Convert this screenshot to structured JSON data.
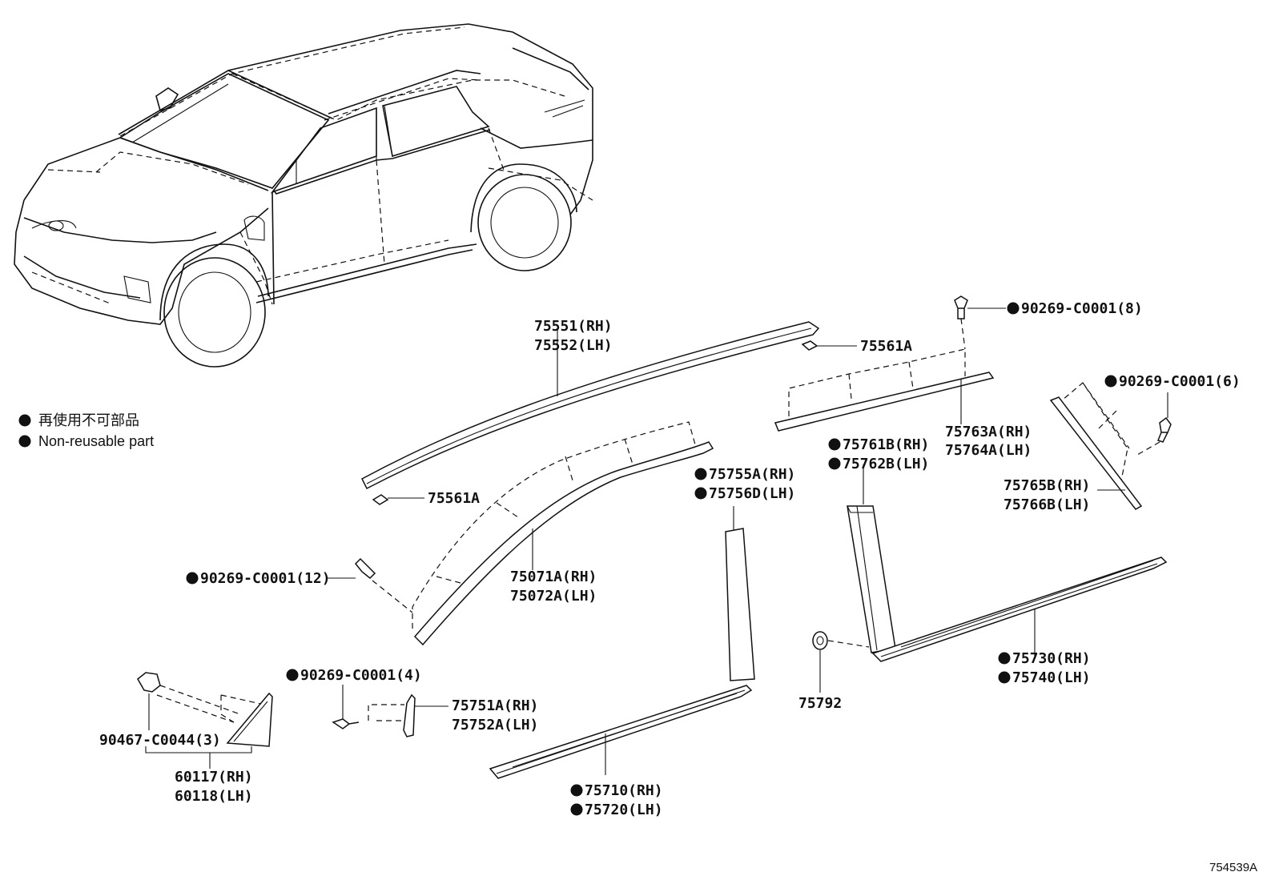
{
  "legend": {
    "jp": "再使用不可部品",
    "en": "Non-reusable part"
  },
  "diagram_code": "754539A",
  "parts": {
    "p75551": "75551(RH)",
    "p75552": "75552(LH)",
    "p75561a_top": "75561A",
    "p75561a_left": "75561A",
    "clip8": "90269-C0001(8)",
    "p75763a": "75763A(RH)",
    "p75764a": "75764A(LH)",
    "clip6": "90269-C0001(6)",
    "p75765b": "75765B(RH)",
    "p75766b": "75766B(LH)",
    "p75761b": "75761B(RH)",
    "p75762b": "75762B(LH)",
    "p75755a": "75755A(RH)",
    "p75756d": "75756D(LH)",
    "clip12": "90269-C0001(12)",
    "p75071a": "75071A(RH)",
    "p75072a": "75072A(LH)",
    "p75730": "75730(RH)",
    "p75740": "75740(LH)",
    "p75792": "75792",
    "clip4": "90269-C0001(4)",
    "p75751a": "75751A(RH)",
    "p75752a": "75752A(LH)",
    "p90467": "90467-C0044(3)",
    "p60117": "60117(RH)",
    "p60118": "60118(LH)",
    "p75710": "75710(RH)",
    "p75720": "75720(LH)"
  }
}
